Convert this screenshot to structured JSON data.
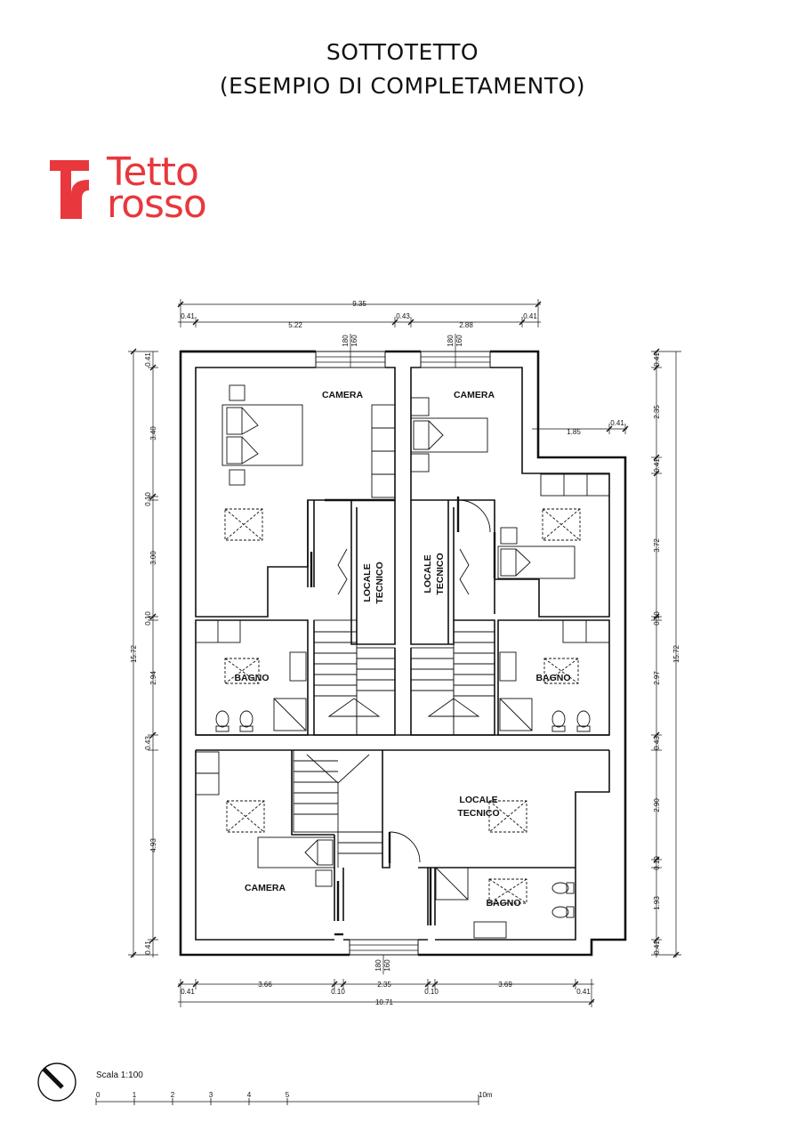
{
  "header": {
    "title_line1": "SOTTOTETTO",
    "title_line2": "(ESEMPIO DI COMPLETAMENTO)"
  },
  "logo": {
    "word1": "Tetto",
    "word2": "rosso",
    "color": "#e8383d"
  },
  "rooms": {
    "camera_top_left": "CAMERA",
    "camera_top_right": "CAMERA",
    "locale_tecnico_left_line1": "LOCALE",
    "locale_tecnico_left_line2": "TECNICO",
    "locale_tecnico_right_line1": "LOCALE",
    "locale_tecnico_right_line2": "TECNICO",
    "bagno_left": "BAGNO",
    "bagno_right": "BAGNO",
    "locale_tecnico_bottom_line1": "LOCALE",
    "locale_tecnico_bottom_line2": "TECNICO",
    "camera_bottom": "CAMERA",
    "bagno_bottom": "BAGNO"
  },
  "dimensions": {
    "top_total": "9.35",
    "top_wall_left": "0.41",
    "top_span1": "5.22",
    "top_mid": "0.43",
    "top_span2": "2.88",
    "top_wall_right": "0.41",
    "win_top_left_a": "180",
    "win_top_left_b": "160",
    "win_top_right_a": "180",
    "win_top_right_b": "160",
    "inner_185": "1.85",
    "inner_041": "0.41",
    "left_total": "15.72",
    "left": [
      "0.41",
      "3.40",
      "0.10",
      "3.00",
      "0.10",
      "2.94",
      "0.43",
      "4.93",
      "0.41"
    ],
    "right_total": "15.72",
    "right": [
      "0.41",
      "2.35",
      "0.41",
      "3.72",
      "0.10",
      "2.97",
      "0.43",
      "2.90",
      "0.10",
      "1.93",
      "0.41"
    ],
    "win_bottom_a": "180",
    "win_bottom_b": "160",
    "bottom": [
      "0.41",
      "3.66",
      "0.10",
      "2.35",
      "0.10",
      "3.69",
      "0.41"
    ],
    "bottom_total": "10.71"
  },
  "scale": {
    "label": "Scala 1:100",
    "ticks": [
      "0",
      "1",
      "2",
      "3",
      "4",
      "5",
      "10m"
    ]
  }
}
